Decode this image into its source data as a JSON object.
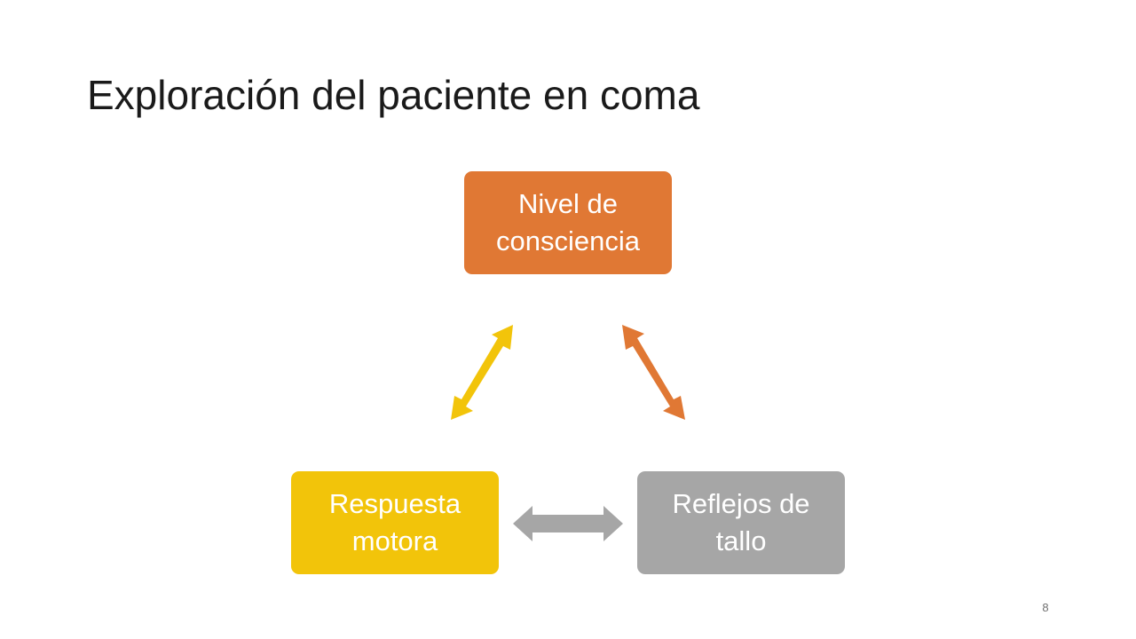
{
  "slide": {
    "title": "Exploración del paciente en coma",
    "page_number": "8"
  },
  "diagram": {
    "nodes": [
      {
        "id": "top",
        "label": "Nivel de consciencia",
        "color": "#E07834"
      },
      {
        "id": "left",
        "label": "Respuesta motora",
        "color": "#F2C40A"
      },
      {
        "id": "right",
        "label": "Reflejos de tallo",
        "color": "#A6A6A6"
      }
    ],
    "edges": [
      {
        "from": "left",
        "to": "top",
        "color": "#F2C40A",
        "bidirectional": true
      },
      {
        "from": "top",
        "to": "right",
        "color": "#E07834",
        "bidirectional": true
      },
      {
        "from": "left",
        "to": "right",
        "color": "#A6A6A6",
        "bidirectional": true
      }
    ]
  }
}
